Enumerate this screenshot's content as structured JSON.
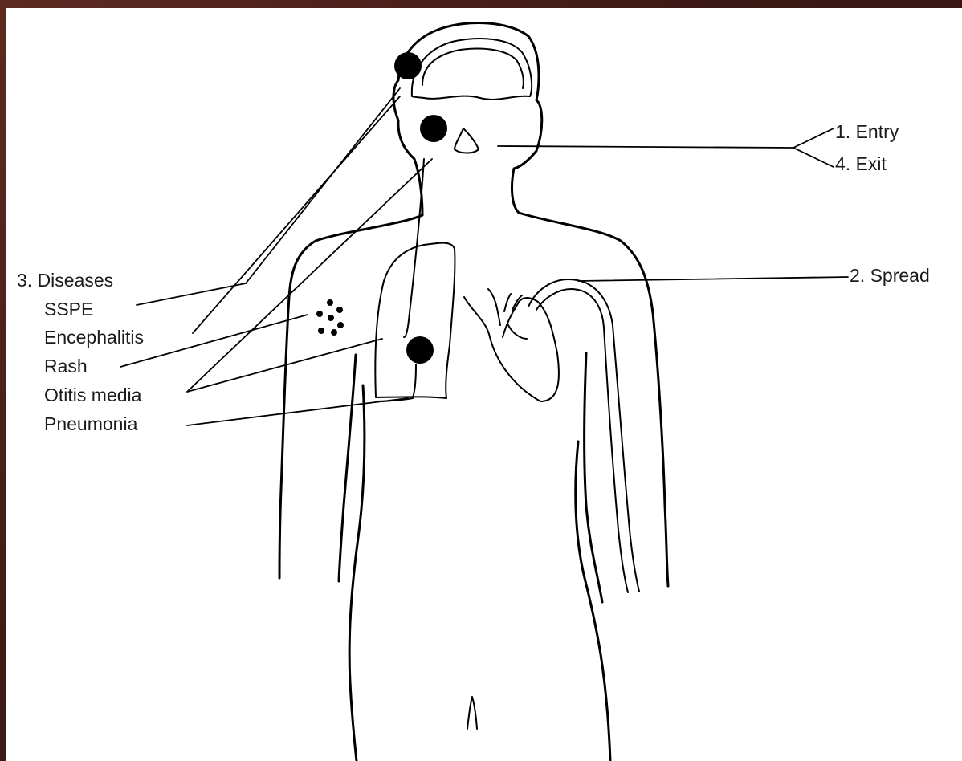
{
  "labels": {
    "entry": "1. Entry",
    "exit": "4. Exit",
    "spread": "2. Spread",
    "diseases_heading": "3. Diseases",
    "diseases": [
      "SSPE",
      "Encephalitis",
      "Rash",
      "Otitis media",
      "Pneumonia"
    ]
  },
  "colors": {
    "background": "#4a211b",
    "canvas": "#ffffff",
    "ink": "#000000"
  }
}
